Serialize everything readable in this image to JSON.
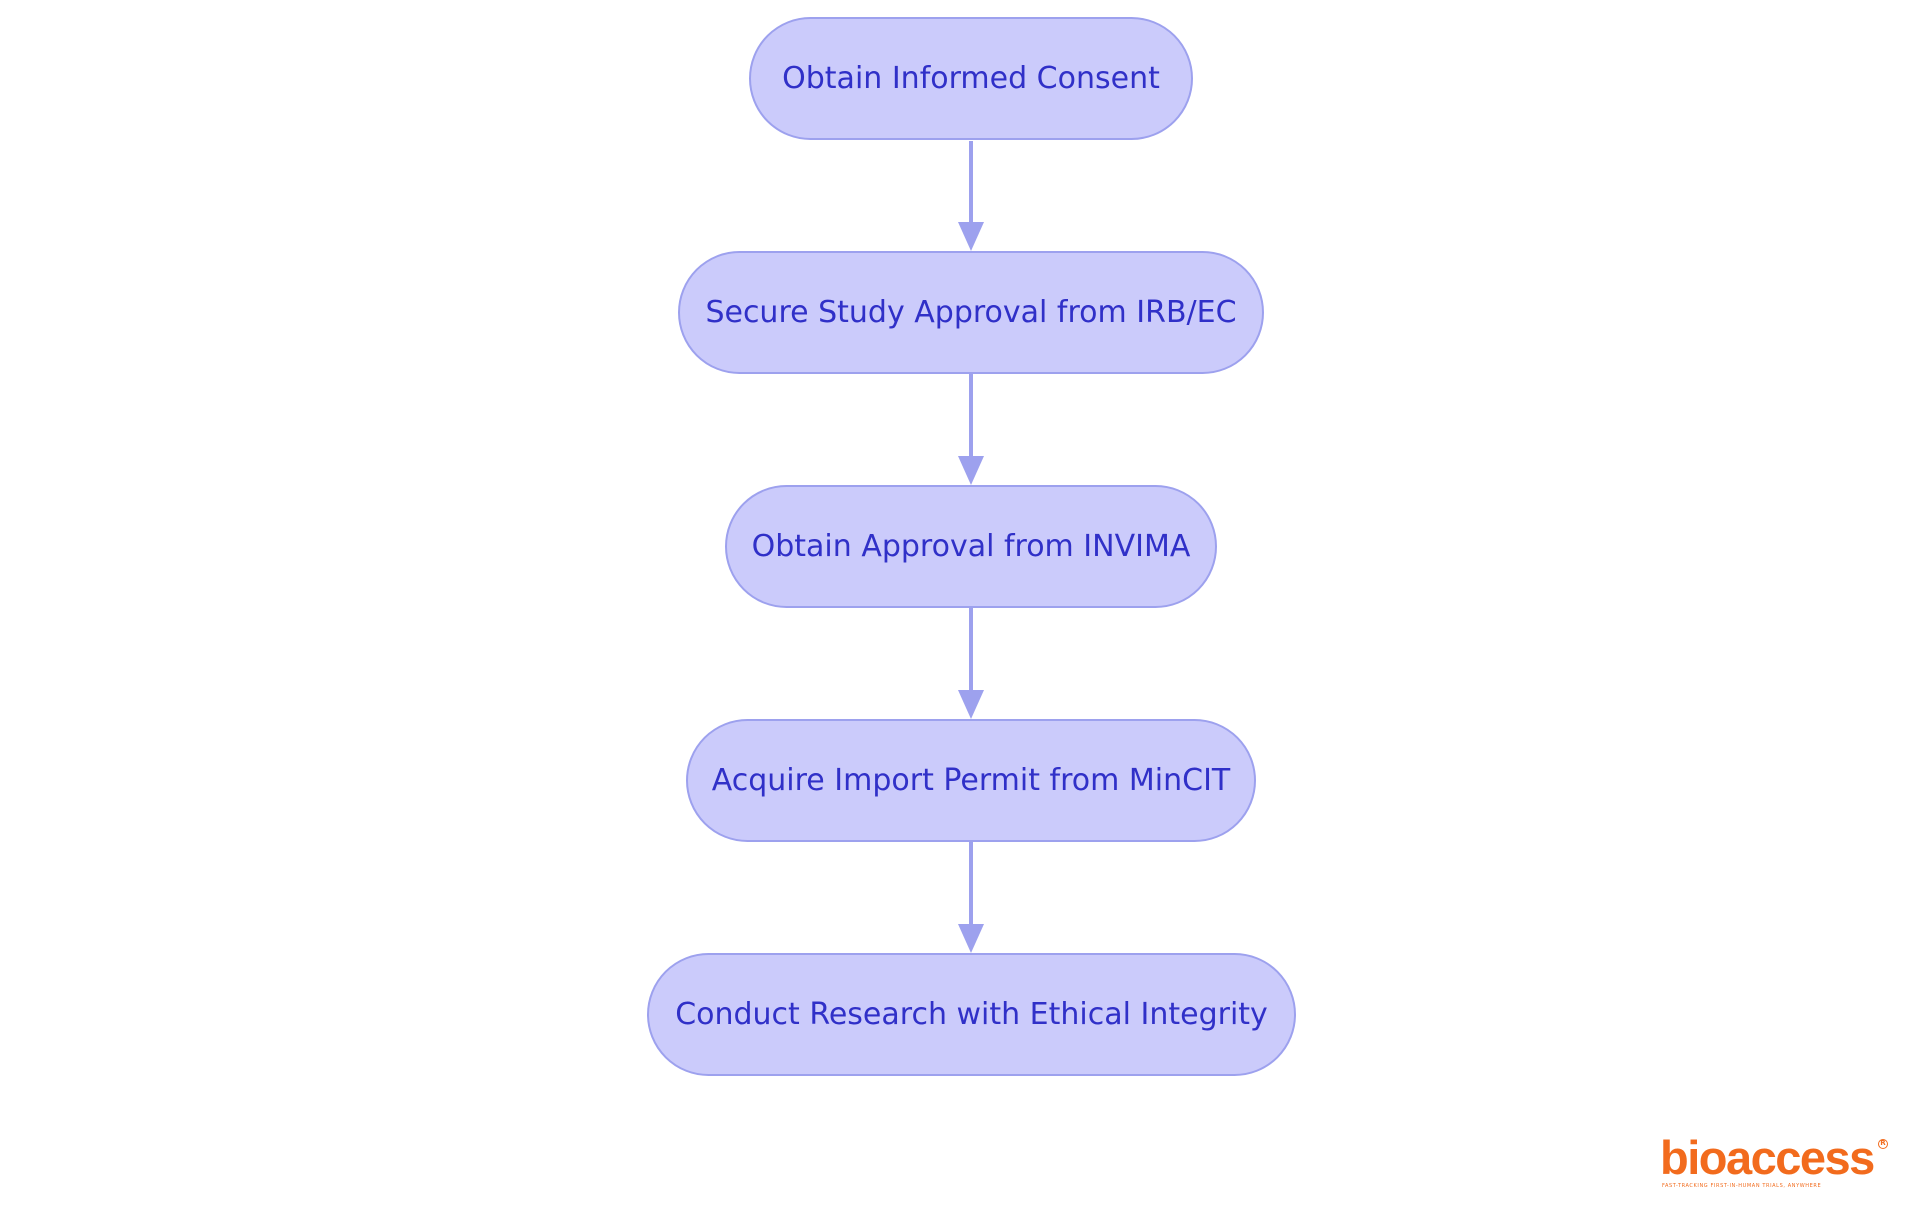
{
  "colors": {
    "node_fill": "#cbcbfb",
    "node_border": "#9da1ee",
    "node_text": "#3030c8",
    "connector": "#9da1ee",
    "brand": "#f26b1d"
  },
  "diagram": {
    "type": "vertical-flowchart",
    "nodes": [
      {
        "id": "n1",
        "label": "Obtain Informed Consent"
      },
      {
        "id": "n2",
        "label": "Secure Study Approval from IRB/EC"
      },
      {
        "id": "n3",
        "label": "Obtain Approval from INVIMA"
      },
      {
        "id": "n4",
        "label": "Acquire Import Permit from MinCIT"
      },
      {
        "id": "n5",
        "label": "Conduct Research with Ethical Integrity"
      }
    ],
    "edges": [
      {
        "from": "n1",
        "to": "n2"
      },
      {
        "from": "n2",
        "to": "n3"
      },
      {
        "from": "n3",
        "to": "n4"
      },
      {
        "from": "n4",
        "to": "n5"
      }
    ]
  },
  "logo": {
    "wordmark": "bioaccess",
    "registered": "R",
    "tagline": "FAST-TRACKING FIRST-IN-HUMAN TRIALS, ANYWHERE"
  }
}
